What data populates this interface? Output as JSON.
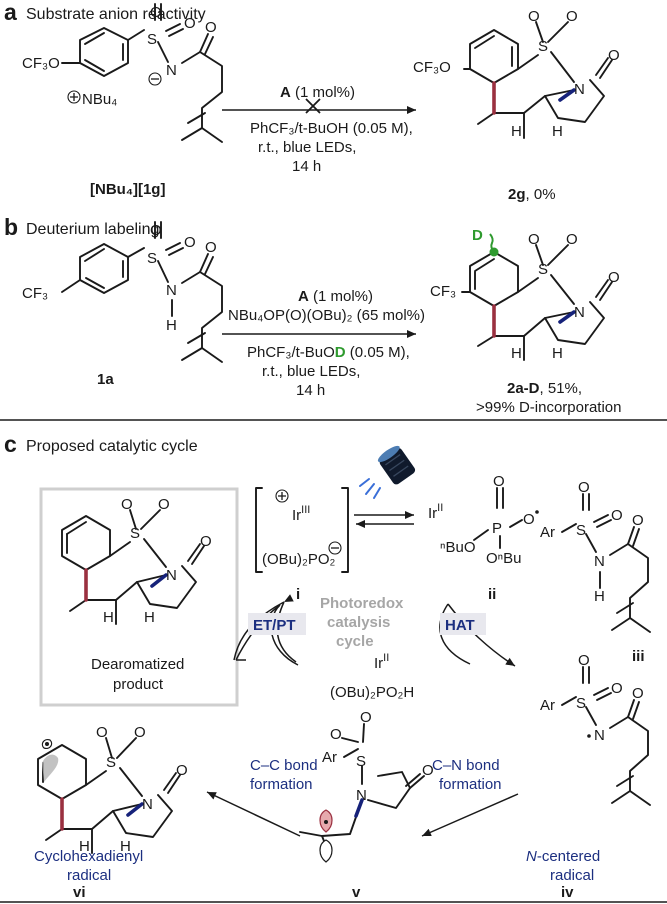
{
  "panel_a": {
    "letter": "a",
    "title": "Substrate anion reactivity",
    "sm_cf3o": "CF₃O",
    "sm_n": "N",
    "sm_s": "S",
    "sm_o": "O",
    "counterion": "NBu₄",
    "sm_label": "[NBu₄][1g]",
    "cond_catalyst_bold": "A",
    "cond_catalyst": " (1 mol%)",
    "cond_solvent": "PhCF₃/t-BuOH (0.05 M),",
    "cond_temp": "r.t., blue LEDs,",
    "cond_time": "14 h",
    "prod_cf3o": "CF₃O",
    "prod_h": "H",
    "prod_label_bold": "2g",
    "prod_label_rest": ", 0%"
  },
  "panel_b": {
    "letter": "b",
    "title": "Deuterium labeling",
    "sm_cf3": "CF₃",
    "sm_h": "H",
    "sm_label": "1a",
    "cond_catalyst_bold": "A",
    "cond_catalyst": " (1 mol%)",
    "cond_additive": "NBu₄OP(O)(OBu)₂ (65 mol%)",
    "cond_solvent_pre": "PhCF₃/t-BuO",
    "cond_solvent_d": "D",
    "cond_solvent_post": " (0.05 M),",
    "cond_temp": "r.t., blue LEDs,",
    "cond_time": "14 h",
    "prod_d": "D",
    "prod_cf3": "CF₃",
    "prod_label_bold": "2a-D",
    "prod_label_rest": ", 51%,",
    "prod_incorp": ">99% D-incorporation"
  },
  "panel_c": {
    "letter": "c",
    "title": "Proposed catalytic cycle",
    "product_box": [
      "Dearomatized",
      "product"
    ],
    "ir3_label": "Ir",
    "ir3_sup": "III",
    "phosphate": "(OBu)₂PO₂",
    "species_i": "i",
    "ir2_label": "Ir",
    "ir2_sup": "II",
    "ii_left": "ⁿBuO",
    "ii_right": "OⁿBu",
    "ii_p": "P",
    "species_ii": "ii",
    "center_text": [
      "Photoredox",
      "catalysis",
      "cycle"
    ],
    "step_left": "ET/PT",
    "step_right": "HAT",
    "ir2_bottom": "Ir",
    "ir2_bottom_sup": "II",
    "phosphoric_acid": "(OBu)₂PO₂H",
    "ar": "Ar",
    "species_iii": "iii",
    "species_iv": "iv",
    "species_v": "v",
    "species_vi": "vi",
    "cc_bond": [
      "C–C bond",
      "formation"
    ],
    "cn_bond": [
      "C–N bond",
      "formation"
    ],
    "radical_vi": [
      "Cyclohexadienyl",
      "radical"
    ],
    "radical_iv_italic": "N",
    "radical_iv": [
      "-centered",
      "radical"
    ]
  }
}
